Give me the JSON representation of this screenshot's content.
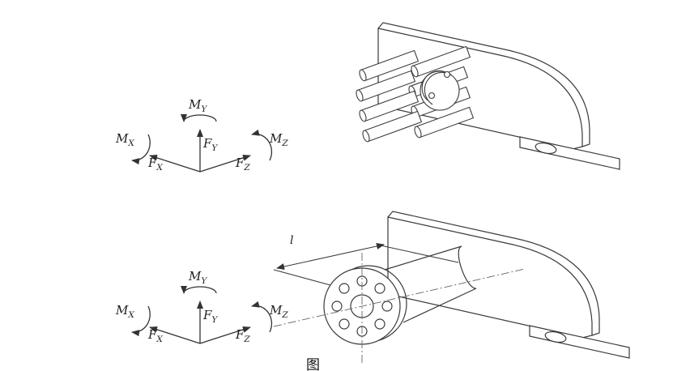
{
  "figure": {
    "dimension_label": "l",
    "caption_mark": "图",
    "coord_labels": {
      "fx": {
        "main": "F",
        "sub": "X"
      },
      "fy": {
        "main": "F",
        "sub": "Y"
      },
      "fz": {
        "main": "F",
        "sub": "Z"
      },
      "mx": {
        "main": "M",
        "sub": "X"
      },
      "my": {
        "main": "M",
        "sub": "Y"
      },
      "mz": {
        "main": "M",
        "sub": "Z"
      }
    },
    "colors": {
      "line": "#3a3a3a",
      "background": "#ffffff"
    }
  }
}
